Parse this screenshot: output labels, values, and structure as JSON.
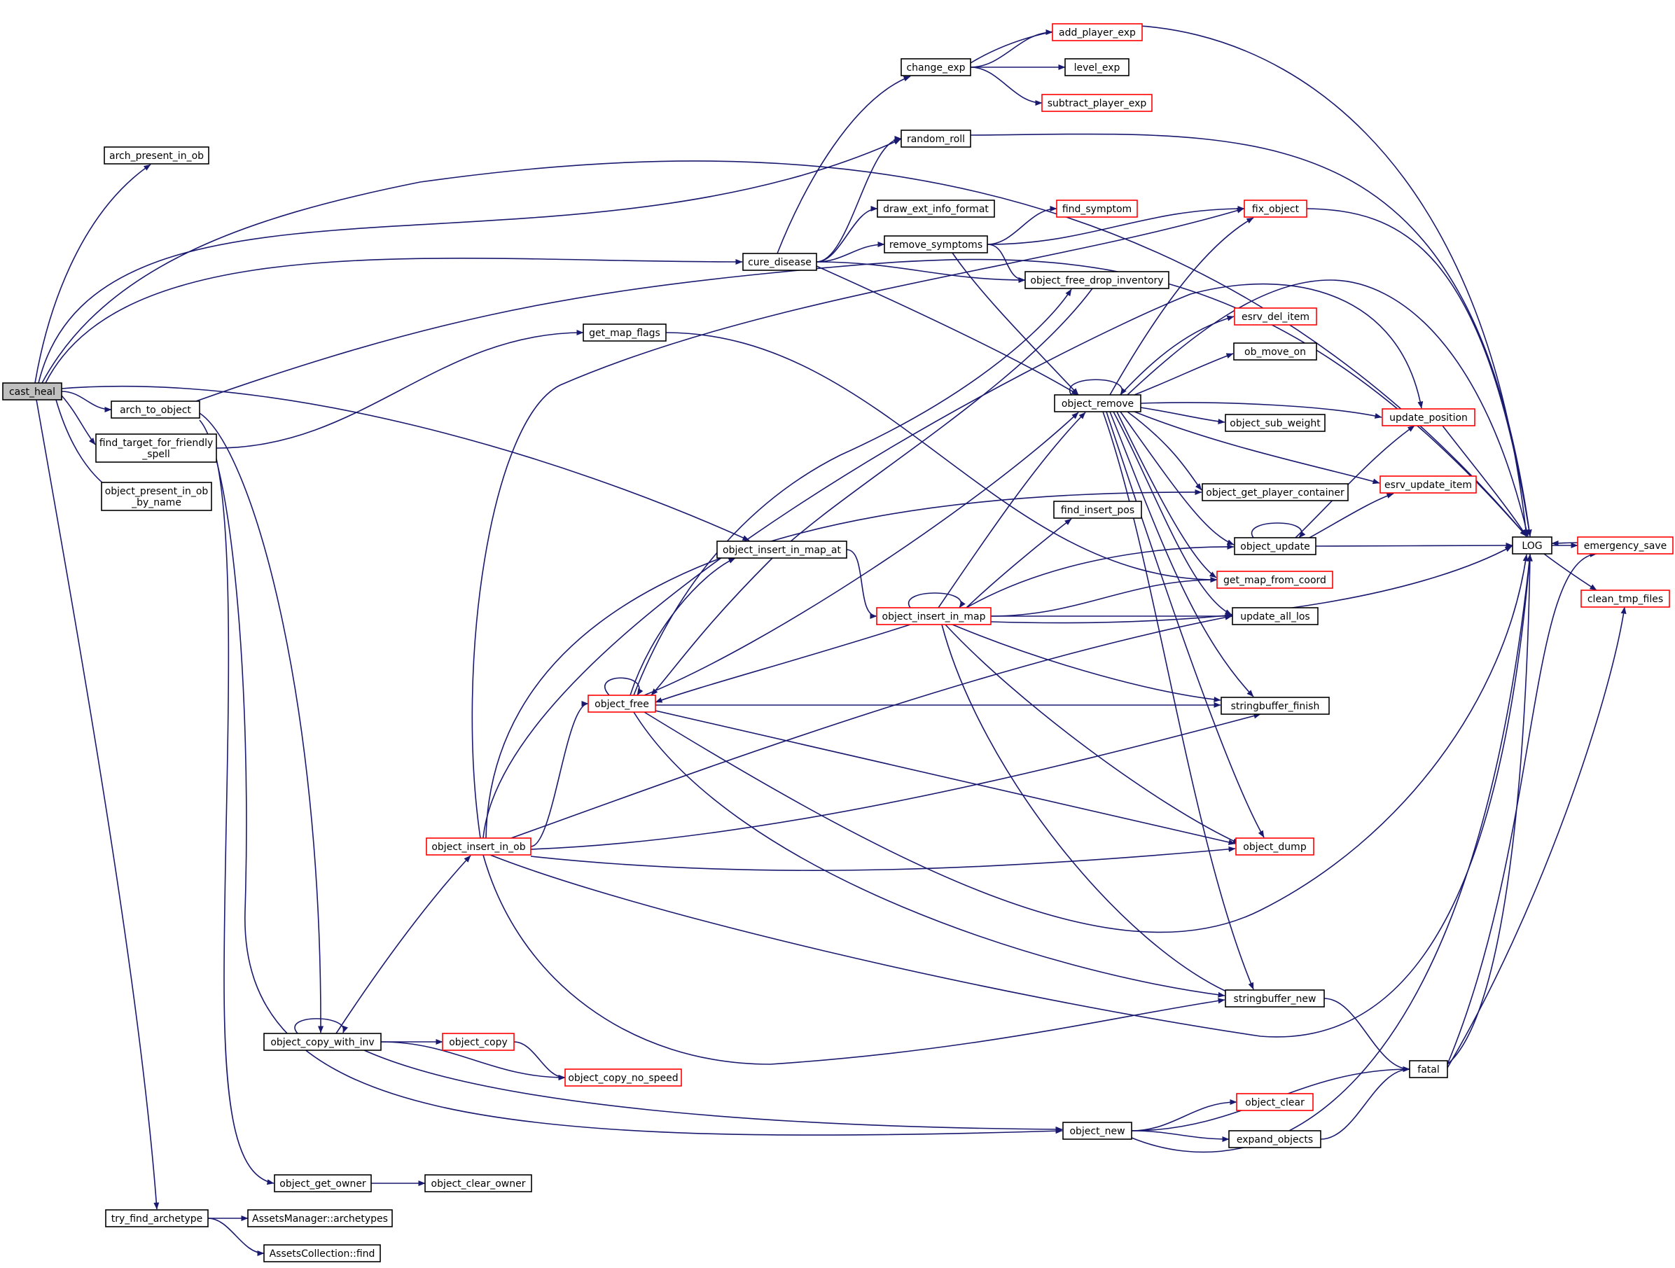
{
  "colors": {
    "edge": "#191970",
    "node_border_default": "#000000",
    "node_border_truncated": "#ff0000",
    "root_fill": "#bfbfbf",
    "node_fill": "#ffffff"
  },
  "nodes": [
    {
      "id": "cast_heal",
      "label": [
        "cast_heal"
      ],
      "style": "root"
    },
    {
      "id": "arch_present_in_ob",
      "label": [
        "arch_present_in_ob"
      ],
      "style": "normal"
    },
    {
      "id": "arch_to_object",
      "label": [
        "arch_to_object"
      ],
      "style": "normal"
    },
    {
      "id": "find_target_for_friendly_spell",
      "label": [
        "find_target_for_friendly",
        "_spell"
      ],
      "style": "normal"
    },
    {
      "id": "object_present_in_ob_by_name",
      "label": [
        "object_present_in_ob",
        "_by_name"
      ],
      "style": "normal"
    },
    {
      "id": "try_find_archetype",
      "label": [
        "try_find_archetype"
      ],
      "style": "normal"
    },
    {
      "id": "assetsmanager_archetypes",
      "label": [
        "AssetsManager::archetypes"
      ],
      "style": "normal"
    },
    {
      "id": "assetscollection_find",
      "label": [
        "AssetsCollection::find"
      ],
      "style": "normal"
    },
    {
      "id": "object_get_owner",
      "label": [
        "object_get_owner"
      ],
      "style": "normal"
    },
    {
      "id": "object_clear_owner",
      "label": [
        "object_clear_owner"
      ],
      "style": "normal"
    },
    {
      "id": "object_copy_with_inv",
      "label": [
        "object_copy_with_inv"
      ],
      "style": "normal"
    },
    {
      "id": "object_copy",
      "label": [
        "object_copy"
      ],
      "style": "truncated"
    },
    {
      "id": "object_copy_no_speed",
      "label": [
        "object_copy_no_speed"
      ],
      "style": "truncated"
    },
    {
      "id": "get_map_flags",
      "label": [
        "get_map_flags"
      ],
      "style": "normal"
    },
    {
      "id": "object_insert_in_map_at",
      "label": [
        "object_insert_in_map_at"
      ],
      "style": "normal"
    },
    {
      "id": "object_insert_in_ob",
      "label": [
        "object_insert_in_ob"
      ],
      "style": "truncated"
    },
    {
      "id": "object_free",
      "label": [
        "object_free"
      ],
      "style": "truncated"
    },
    {
      "id": "cure_disease",
      "label": [
        "cure_disease"
      ],
      "style": "normal"
    },
    {
      "id": "change_exp",
      "label": [
        "change_exp"
      ],
      "style": "normal"
    },
    {
      "id": "random_roll",
      "label": [
        "random_roll"
      ],
      "style": "normal"
    },
    {
      "id": "draw_ext_info_format",
      "label": [
        "draw_ext_info_format"
      ],
      "style": "normal"
    },
    {
      "id": "remove_symptoms",
      "label": [
        "remove_symptoms"
      ],
      "style": "normal"
    },
    {
      "id": "add_player_exp",
      "label": [
        "add_player_exp"
      ],
      "style": "truncated"
    },
    {
      "id": "level_exp",
      "label": [
        "level_exp"
      ],
      "style": "normal"
    },
    {
      "id": "subtract_player_exp",
      "label": [
        "subtract_player_exp"
      ],
      "style": "truncated"
    },
    {
      "id": "find_symptom",
      "label": [
        "find_symptom"
      ],
      "style": "truncated"
    },
    {
      "id": "fix_object",
      "label": [
        "fix_object"
      ],
      "style": "truncated"
    },
    {
      "id": "object_free_drop_inventory",
      "label": [
        "object_free_drop_inventory"
      ],
      "style": "normal"
    },
    {
      "id": "esrv_del_item",
      "label": [
        "esrv_del_item"
      ],
      "style": "truncated"
    },
    {
      "id": "ob_move_on",
      "label": [
        "ob_move_on"
      ],
      "style": "normal"
    },
    {
      "id": "object_remove",
      "label": [
        "object_remove"
      ],
      "style": "normal"
    },
    {
      "id": "update_position",
      "label": [
        "update_position"
      ],
      "style": "truncated"
    },
    {
      "id": "object_sub_weight",
      "label": [
        "object_sub_weight"
      ],
      "style": "normal"
    },
    {
      "id": "esrv_update_item",
      "label": [
        "esrv_update_item"
      ],
      "style": "truncated"
    },
    {
      "id": "object_get_player_container",
      "label": [
        "object_get_player_container"
      ],
      "style": "normal"
    },
    {
      "id": "find_insert_pos",
      "label": [
        "find_insert_pos"
      ],
      "style": "normal"
    },
    {
      "id": "object_update",
      "label": [
        "object_update"
      ],
      "style": "normal"
    },
    {
      "id": "get_map_from_coord",
      "label": [
        "get_map_from_coord"
      ],
      "style": "truncated"
    },
    {
      "id": "object_insert_in_map",
      "label": [
        "object_insert_in_map"
      ],
      "style": "truncated"
    },
    {
      "id": "update_all_los",
      "label": [
        "update_all_los"
      ],
      "style": "normal"
    },
    {
      "id": "stringbuffer_finish",
      "label": [
        "stringbuffer_finish"
      ],
      "style": "normal"
    },
    {
      "id": "object_dump",
      "label": [
        "object_dump"
      ],
      "style": "truncated"
    },
    {
      "id": "stringbuffer_new",
      "label": [
        "stringbuffer_new"
      ],
      "style": "normal"
    },
    {
      "id": "fatal",
      "label": [
        "fatal"
      ],
      "style": "normal"
    },
    {
      "id": "object_new",
      "label": [
        "object_new"
      ],
      "style": "normal"
    },
    {
      "id": "object_clear",
      "label": [
        "object_clear"
      ],
      "style": "truncated"
    },
    {
      "id": "expand_objects",
      "label": [
        "expand_objects"
      ],
      "style": "normal"
    },
    {
      "id": "LOG",
      "label": [
        "LOG"
      ],
      "style": "normal"
    },
    {
      "id": "emergency_save",
      "label": [
        "emergency_save"
      ],
      "style": "truncated"
    },
    {
      "id": "clean_tmp_files",
      "label": [
        "clean_tmp_files"
      ],
      "style": "truncated"
    }
  ],
  "edges": [
    [
      "cast_heal",
      "arch_present_in_ob"
    ],
    [
      "cast_heal",
      "arch_to_object"
    ],
    [
      "cast_heal",
      "find_target_for_friendly_spell"
    ],
    [
      "cast_heal",
      "object_present_in_ob_by_name"
    ],
    [
      "cast_heal",
      "try_find_archetype"
    ],
    [
      "cast_heal",
      "random_roll"
    ],
    [
      "cast_heal",
      "cure_disease"
    ],
    [
      "cast_heal",
      "LOG"
    ],
    [
      "cast_heal",
      "object_insert_in_map_at"
    ],
    [
      "arch_to_object",
      "LOG"
    ],
    [
      "arch_to_object",
      "object_copy_with_inv"
    ],
    [
      "arch_to_object",
      "object_new"
    ],
    [
      "find_target_for_friendly_spell",
      "get_map_flags"
    ],
    [
      "find_target_for_friendly_spell",
      "object_get_owner"
    ],
    [
      "try_find_archetype",
      "assetsmanager_archetypes"
    ],
    [
      "try_find_archetype",
      "assetscollection_find"
    ],
    [
      "object_get_owner",
      "object_clear_owner"
    ],
    [
      "object_copy_with_inv",
      "object_copy_with_inv"
    ],
    [
      "object_copy_with_inv",
      "object_copy"
    ],
    [
      "object_copy_with_inv",
      "object_copy_no_speed"
    ],
    [
      "object_copy_with_inv",
      "object_insert_in_ob"
    ],
    [
      "object_copy_with_inv",
      "object_new"
    ],
    [
      "object_copy",
      "object_copy_no_speed"
    ],
    [
      "get_map_flags",
      "get_map_from_coord"
    ],
    [
      "object_insert_in_map_at",
      "object_insert_in_map"
    ],
    [
      "object_insert_in_ob",
      "object_free"
    ],
    [
      "object_insert_in_ob",
      "fix_object"
    ],
    [
      "object_insert_in_ob",
      "object_get_player_container"
    ],
    [
      "object_insert_in_ob",
      "update_position"
    ],
    [
      "object_insert_in_ob",
      "update_all_los"
    ],
    [
      "object_insert_in_ob",
      "object_dump"
    ],
    [
      "object_insert_in_ob",
      "stringbuffer_new"
    ],
    [
      "object_insert_in_ob",
      "stringbuffer_finish"
    ],
    [
      "object_insert_in_ob",
      "LOG"
    ],
    [
      "object_free",
      "object_free"
    ],
    [
      "object_free",
      "object_insert_in_map_at"
    ],
    [
      "object_free",
      "object_free_drop_inventory"
    ],
    [
      "object_free",
      "object_remove"
    ],
    [
      "object_free",
      "stringbuffer_finish"
    ],
    [
      "object_free",
      "object_dump"
    ],
    [
      "object_free",
      "stringbuffer_new"
    ],
    [
      "object_free",
      "LOG"
    ],
    [
      "cure_disease",
      "change_exp"
    ],
    [
      "cure_disease",
      "random_roll"
    ],
    [
      "cure_disease",
      "draw_ext_info_format"
    ],
    [
      "cure_disease",
      "remove_symptoms"
    ],
    [
      "cure_disease",
      "object_free_drop_inventory"
    ],
    [
      "cure_disease",
      "object_remove"
    ],
    [
      "change_exp",
      "add_player_exp"
    ],
    [
      "change_exp",
      "level_exp"
    ],
    [
      "change_exp",
      "subtract_player_exp"
    ],
    [
      "change_exp",
      "LOG"
    ],
    [
      "random_roll",
      "LOG"
    ],
    [
      "remove_symptoms",
      "find_symptom"
    ],
    [
      "remove_symptoms",
      "fix_object"
    ],
    [
      "remove_symptoms",
      "object_free_drop_inventory"
    ],
    [
      "remove_symptoms",
      "object_remove"
    ],
    [
      "fix_object",
      "LOG"
    ],
    [
      "object_free_drop_inventory",
      "object_free"
    ],
    [
      "object_remove",
      "object_remove"
    ],
    [
      "object_remove",
      "fix_object"
    ],
    [
      "object_remove",
      "esrv_del_item"
    ],
    [
      "object_remove",
      "ob_move_on"
    ],
    [
      "object_remove",
      "update_position"
    ],
    [
      "object_remove",
      "object_sub_weight"
    ],
    [
      "object_remove",
      "esrv_update_item"
    ],
    [
      "object_remove",
      "object_get_player_container"
    ],
    [
      "object_remove",
      "object_update"
    ],
    [
      "object_remove",
      "get_map_from_coord"
    ],
    [
      "object_remove",
      "update_all_los"
    ],
    [
      "object_remove",
      "stringbuffer_finish"
    ],
    [
      "object_remove",
      "object_dump"
    ],
    [
      "object_remove",
      "stringbuffer_new"
    ],
    [
      "object_remove",
      "LOG"
    ],
    [
      "update_position",
      "LOG"
    ],
    [
      "object_update",
      "object_update"
    ],
    [
      "object_update",
      "update_position"
    ],
    [
      "object_update",
      "esrv_update_item"
    ],
    [
      "object_update",
      "LOG"
    ],
    [
      "object_insert_in_map",
      "object_insert_in_map"
    ],
    [
      "object_insert_in_map",
      "object_remove"
    ],
    [
      "object_insert_in_map",
      "find_insert_pos"
    ],
    [
      "object_insert_in_map",
      "object_update"
    ],
    [
      "object_insert_in_map",
      "get_map_from_coord"
    ],
    [
      "object_insert_in_map",
      "update_all_los"
    ],
    [
      "object_insert_in_map",
      "object_free"
    ],
    [
      "object_insert_in_map",
      "stringbuffer_finish"
    ],
    [
      "object_insert_in_map",
      "object_dump"
    ],
    [
      "object_insert_in_map",
      "stringbuffer_new"
    ],
    [
      "object_insert_in_map",
      "LOG"
    ],
    [
      "stringbuffer_new",
      "fatal"
    ],
    [
      "object_new",
      "fatal"
    ],
    [
      "object_new",
      "object_clear"
    ],
    [
      "object_new",
      "expand_objects"
    ],
    [
      "object_new",
      "LOG"
    ],
    [
      "expand_objects",
      "fatal"
    ],
    [
      "fatal",
      "emergency_save"
    ],
    [
      "fatal",
      "clean_tmp_files"
    ],
    [
      "fatal",
      "LOG"
    ],
    [
      "LOG",
      "emergency_save"
    ],
    [
      "LOG",
      "clean_tmp_files"
    ],
    [
      "emergency_save",
      "LOG"
    ]
  ]
}
